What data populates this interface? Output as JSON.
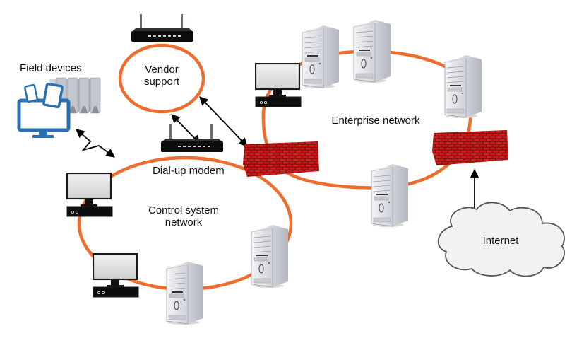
{
  "colors": {
    "ring": "#ee6c2c",
    "firewall": "#d81818",
    "firewall_mortar": "#7a1010",
    "arrow": "#000000",
    "cloud_fill": "#f2f2f2",
    "cloud_stroke": "#555555",
    "device_blue": "#2a6fb0"
  },
  "labels": {
    "field_devices": "Field devices",
    "vendor_support_line1": "Vendor",
    "vendor_support_line2": "support",
    "dial_up_modem": "Dial-up modem",
    "control_network_line1": "Control system",
    "control_network_line2": "network",
    "enterprise_network": "Enterprise network",
    "internet": "Internet"
  },
  "networks": [
    {
      "id": "vendor-support",
      "name": "Vendor support",
      "nodes": [
        "modem"
      ]
    },
    {
      "id": "control-system",
      "name": "Control system network",
      "nodes": [
        "dial-up modem",
        "firewall",
        "workstation",
        "workstation",
        "server",
        "server"
      ]
    },
    {
      "id": "enterprise",
      "name": "Enterprise network",
      "nodes": [
        "workstation",
        "server",
        "server",
        "server",
        "server",
        "firewall"
      ]
    }
  ],
  "connections": [
    {
      "from": "Field devices",
      "to": "Control system network",
      "type": "wireless"
    },
    {
      "from": "Vendor support",
      "to": "Dial-up modem",
      "type": "bidirectional"
    },
    {
      "from": "Vendor support",
      "to": "Firewall",
      "type": "bidirectional"
    },
    {
      "from": "Internet",
      "to": "Enterprise firewall",
      "type": "directed"
    }
  ]
}
